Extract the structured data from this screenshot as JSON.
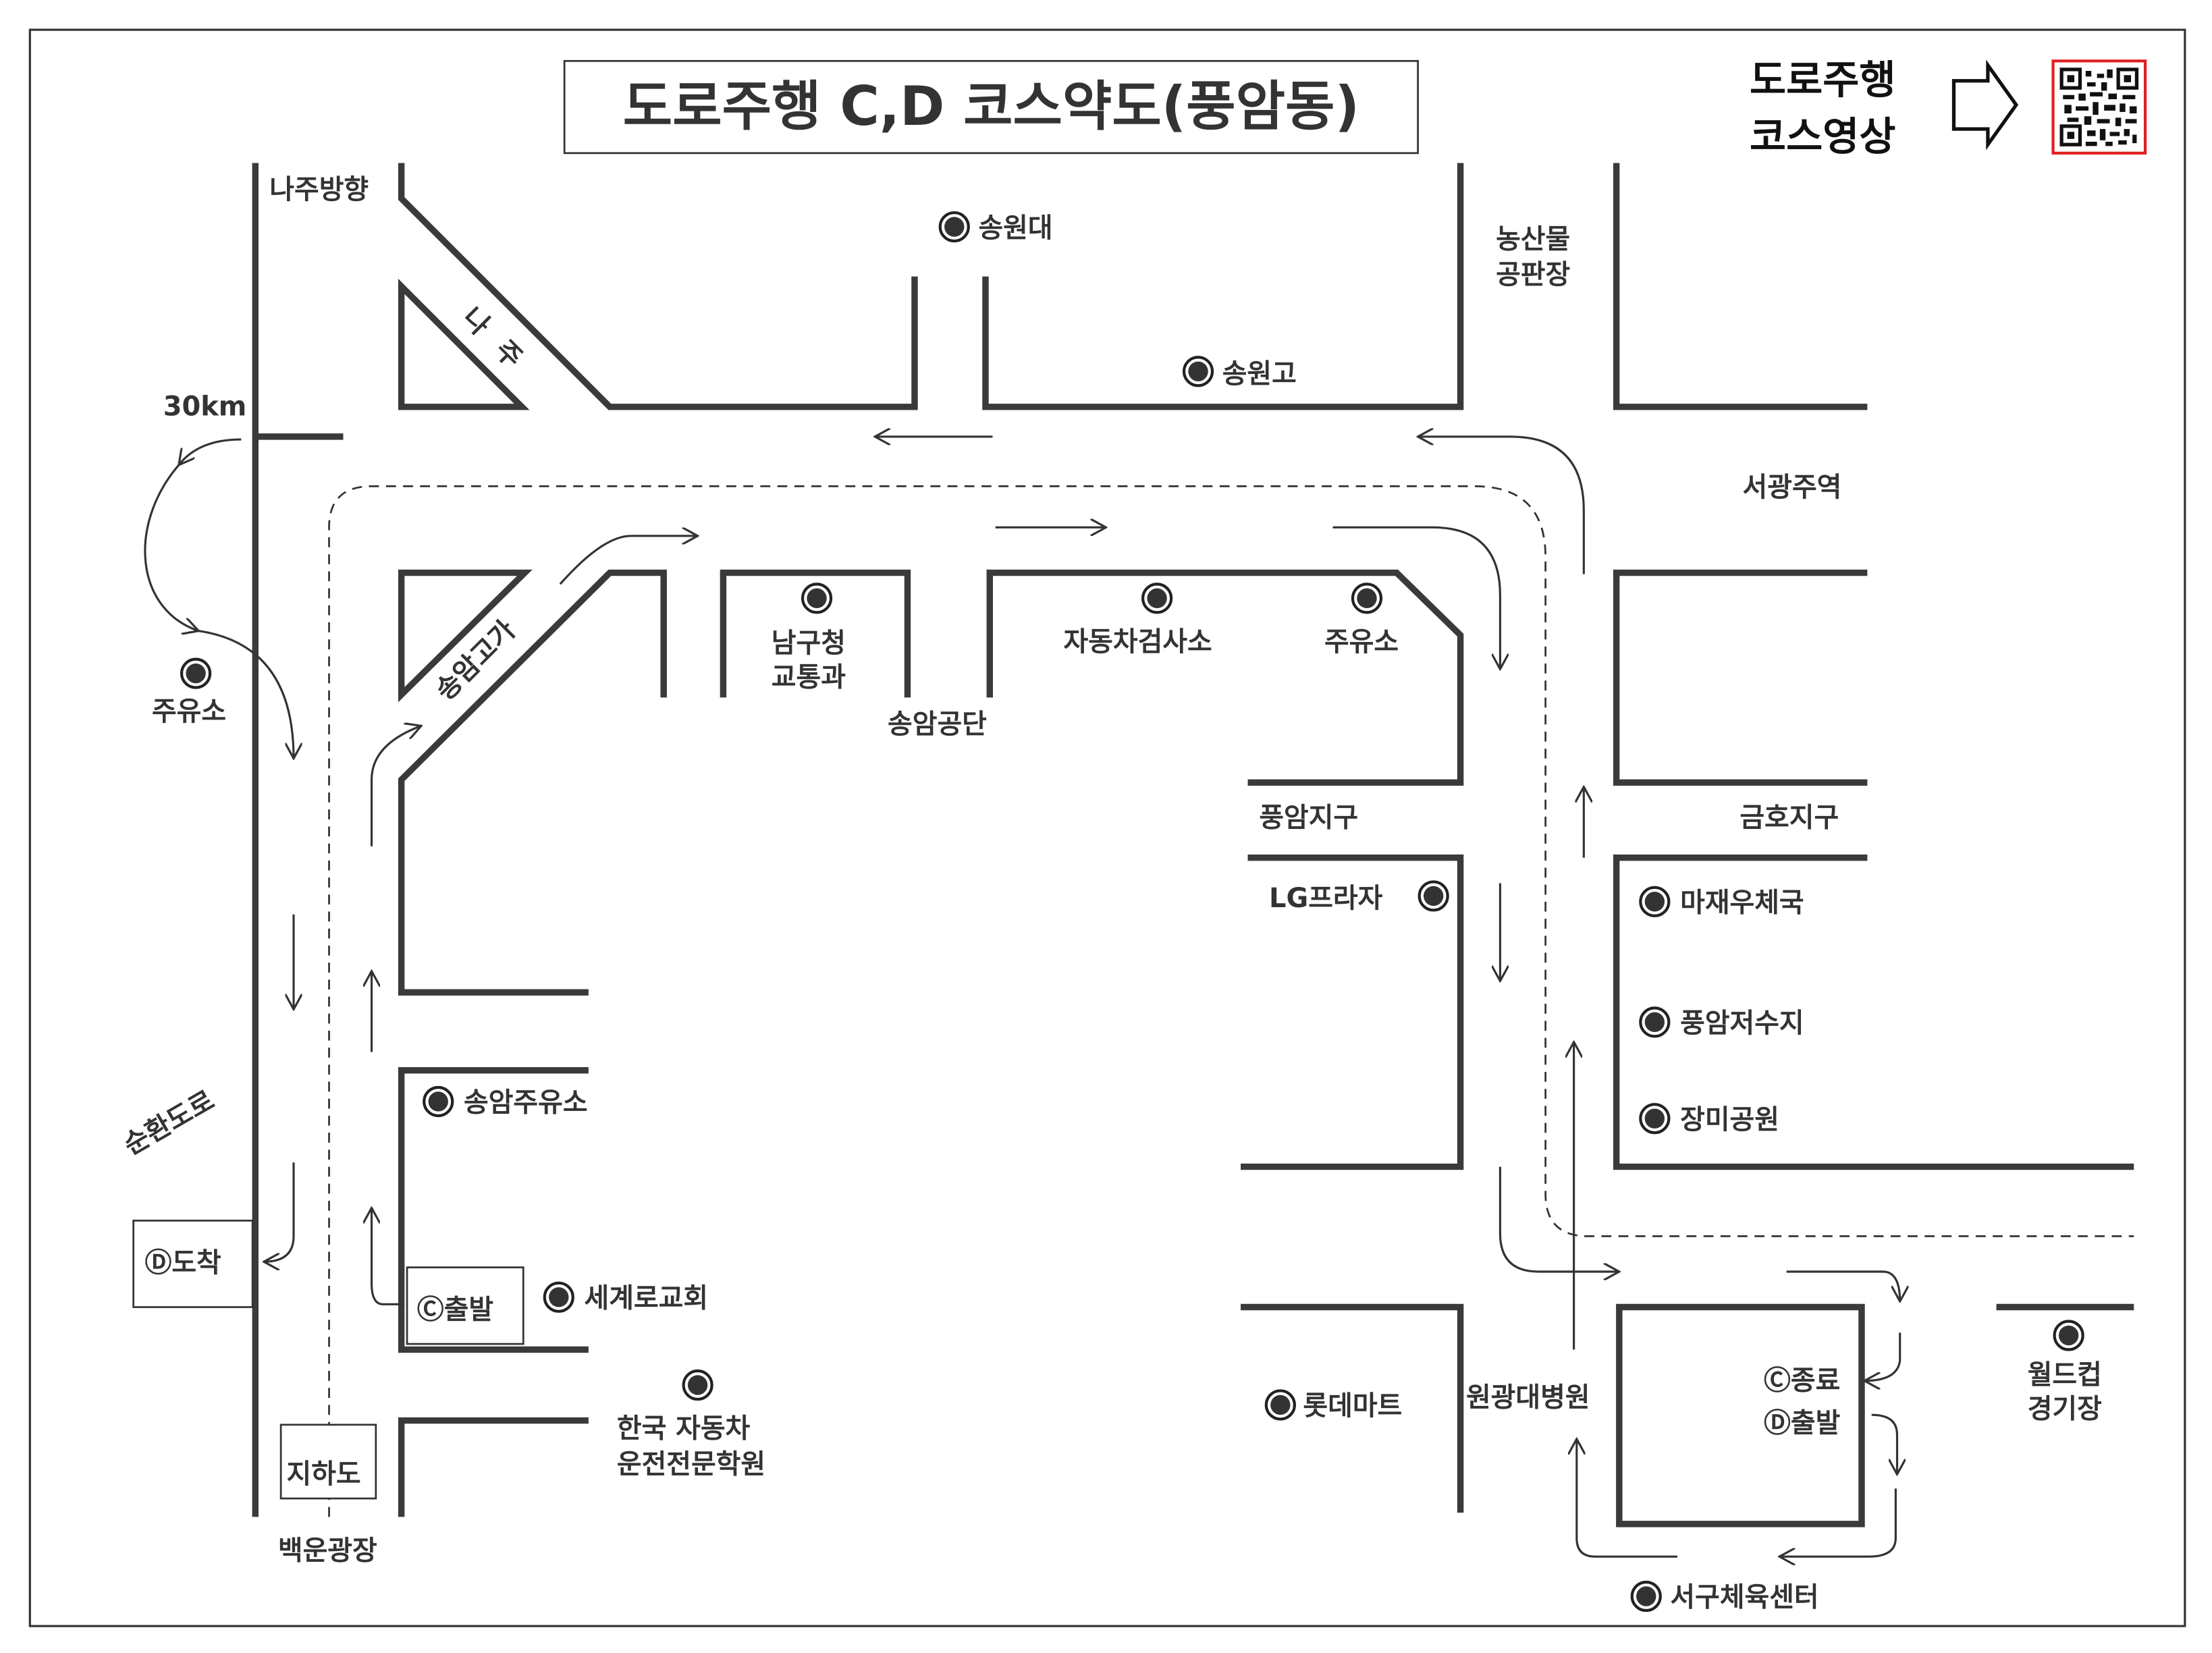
{
  "title": "도로주행 C,D 코스약도(풍암동)",
  "video_link": {
    "line1": "도로주행",
    "line2": "코스영상",
    "icon": "qr-code-icon",
    "qr_border_color": "#e02020"
  },
  "roads": {
    "naju_direction": "나주방향",
    "naju_road_1": "나",
    "naju_road_2": "주",
    "speed_limit": "30km",
    "overpass": "송암고가",
    "ring_road": "순환도로",
    "underpass": "지하도",
    "square": "백운광장"
  },
  "places": {
    "songwon_univ": "송원대",
    "songwon_high": "송원고",
    "farm_market": [
      "농산물",
      "공판장"
    ],
    "seogwang_station": "서광주역",
    "gas_station_left": "주유소",
    "namgu_office": [
      "남구청",
      "교통과"
    ],
    "songam_industrial": "송암공단",
    "car_inspection": "자동차검사소",
    "gas_station_mid": "주유소",
    "pungam_district": "풍암지구",
    "geumho_district": "금호지구",
    "lg_plaza": "LG프라자",
    "majae_post": "마재우체국",
    "pungam_reservoir": "풍암저수지",
    "rose_park": "장미공원",
    "songam_gas": "송암주유소",
    "segye_church": "세계로교회",
    "driving_school": [
      "한국 자동차",
      "운전전문학원"
    ],
    "lotte_mart": "롯데마트",
    "wonkwang_hospital": "원광대병원",
    "worldcup_stadium": [
      "월드컵",
      "경기장"
    ],
    "seogu_sports": "서구체육센터"
  },
  "course_points": {
    "d_arrive": "Ⓓ도착",
    "c_start": "Ⓒ출발",
    "c_end": "Ⓒ종료",
    "d_start": "Ⓓ출발"
  }
}
